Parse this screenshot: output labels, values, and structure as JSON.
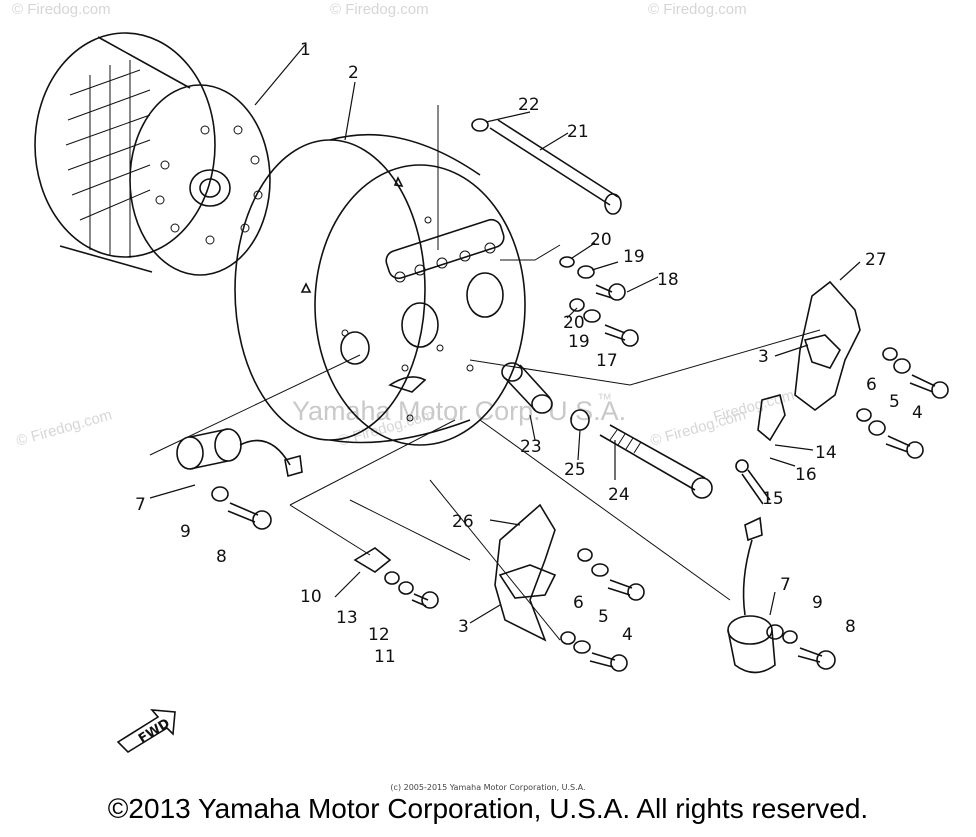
{
  "watermarks": {
    "main": "Yamaha Motor Corp. U.S.A.",
    "site": "© Firedog.com",
    "site_variant": "Firedog.com",
    "mark": "™"
  },
  "callouts": [
    "1",
    "2",
    "3",
    "3",
    "4",
    "4",
    "5",
    "5",
    "6",
    "6",
    "7",
    "7",
    "8",
    "8",
    "9",
    "9",
    "10",
    "11",
    "12",
    "13",
    "14",
    "15",
    "16",
    "17",
    "18",
    "19",
    "19",
    "20",
    "20",
    "21",
    "22",
    "23",
    "24",
    "25",
    "26",
    "27"
  ],
  "fwd_label": "FWD",
  "footer": {
    "small": "(c) 2005-2015 Yamaha Motor Corporation, U.S.A.",
    "main": "©2013 Yamaha Motor Corporation, U.S.A. All rights reserved."
  }
}
